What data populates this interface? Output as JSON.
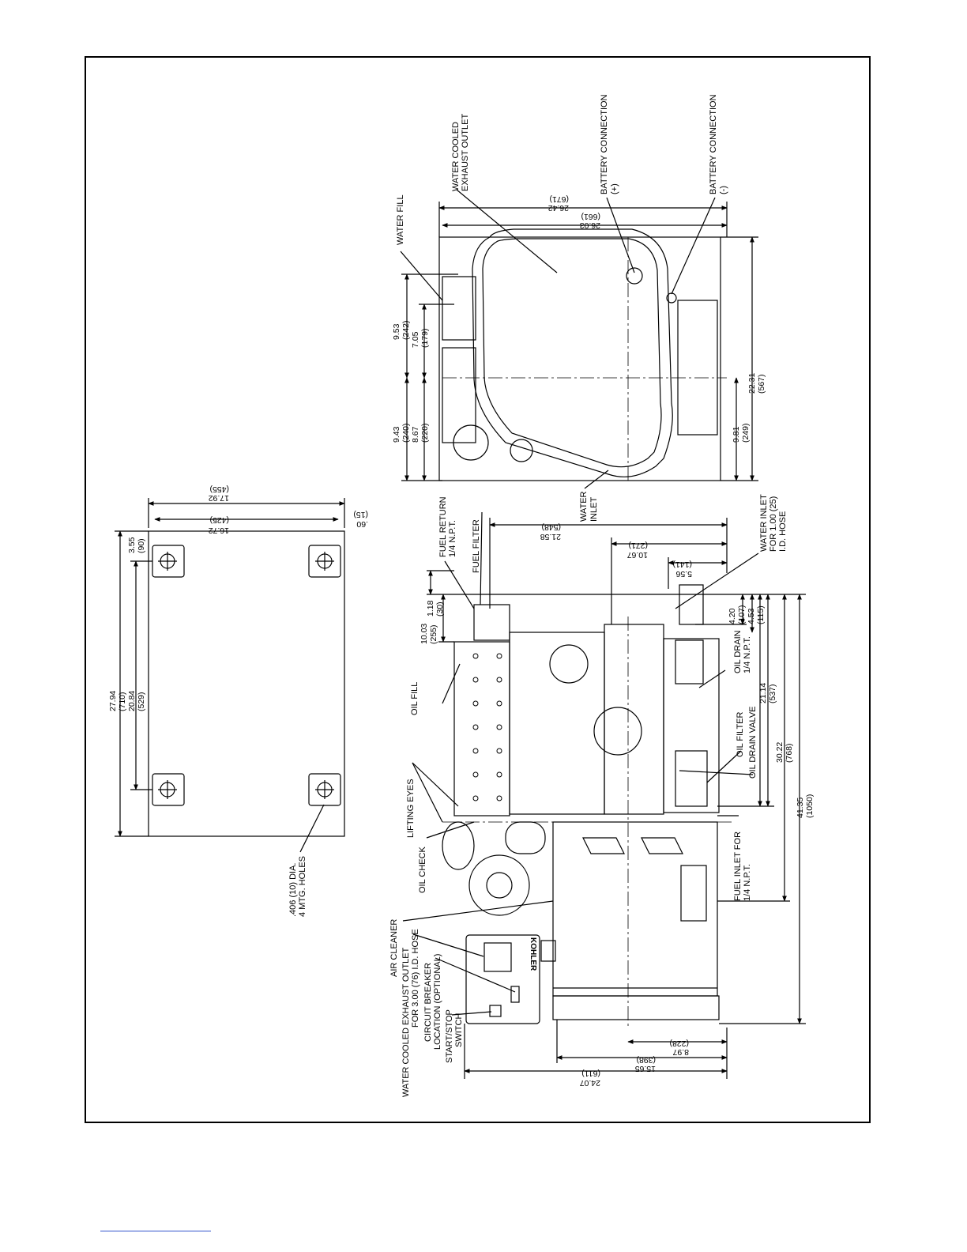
{
  "labels": {
    "water_fill": "WATER FILL",
    "water_cooled_exhaust_1": "WATER COOLED",
    "water_cooled_exhaust_2": "EXHAUST OUTLET",
    "battery_pos_1": "BATTERY CONNECTION",
    "battery_pos_2": "(+)",
    "battery_neg_1": "BATTERY CONNECTION",
    "battery_neg_2": "(-)",
    "water_inlet_1": "WATER",
    "water_inlet_2": "INLET",
    "fuel_return_1": "FUEL RETURN",
    "fuel_return_2": "1/4 N.P.T.",
    "fuel_filter": "FUEL FILTER",
    "water_inlet_hose_1": "WATER INLET",
    "water_inlet_hose_2": "FOR 1.00 (25)",
    "water_inlet_hose_3": "I.D. HOSE",
    "oil_fill": "OIL FILL",
    "oil_drain_1": "OIL DRAIN",
    "oil_drain_2": "1/4 N.P.T.",
    "oil_filter": "OIL FILTER",
    "oil_drain_valve": "OIL DRAIN VALVE",
    "lifting_eyes": "LIFTING EYES",
    "oil_check": "OIL CHECK",
    "fuel_inlet_1": "FUEL INLET FOR",
    "fuel_inlet_2": "1/4 N.P.T.",
    "air_cleaner": "AIR CLEANER",
    "exhaust_3in_1": "WATER COOLED EXHAUST OUTLET",
    "exhaust_3in_2": "FOR 3.00 (76) I.D. HOSE",
    "circuit_breaker_1": "CIRCUIT BREAKER",
    "circuit_breaker_2": "LOCATION (OPTIONAL)",
    "start_stop_1": "START/STOP",
    "start_stop_2": "SWITCH",
    "mtg_holes_1": ".406 (10) DIA.",
    "mtg_holes_2": "4 MTG. HOLES",
    "brand": "KOHLER"
  },
  "dims": {
    "d_2642": "26.42",
    "d_671": "(671)",
    "d_2603": "26.03",
    "d_661": "(661)",
    "d_953": "9.53",
    "d_242": "(242)",
    "d_705": "7.05",
    "d_179": "(179)",
    "d_943": "9.43",
    "d_240": "(240)",
    "d_867": "8.67",
    "d_220": "(220)",
    "d_2231": "22.31",
    "d_567": "(567)",
    "d_981": "9.81",
    "d_249": "(249)",
    "d_1792": "17.92",
    "d_455": "(455)",
    "d_1672": "16.72",
    "d_425": "(425)",
    "d_60": ".60",
    "d_15": "(15)",
    "d_355": "3.55",
    "d_90": "(90)",
    "d_2794": "27.94",
    "d_710": "(710)",
    "d_2084": "20.84",
    "d_529": "(529)",
    "d_2158": "21.58",
    "d_548": "(548)",
    "d_1067": "10.67",
    "d_271": "(271)",
    "d_556": "5.56",
    "d_141": "(141)",
    "d_118": "1.18",
    "d_30": "(30)",
    "d_1003": "10.03",
    "d_255": "(255)",
    "d_420": "4.20",
    "d_107": "(107)",
    "d_453": "4.53",
    "d_115": "(115)",
    "d_2114": "21.14",
    "d_537": "(537)",
    "d_3022": "30.22",
    "d_768": "(768)",
    "d_4135": "41.35",
    "d_1050": "(1050)",
    "d_2407": "24.07",
    "d_611": "(611)",
    "d_1565": "15.65",
    "d_398": "(398)",
    "d_897": "8.97",
    "d_228": "(228)"
  }
}
